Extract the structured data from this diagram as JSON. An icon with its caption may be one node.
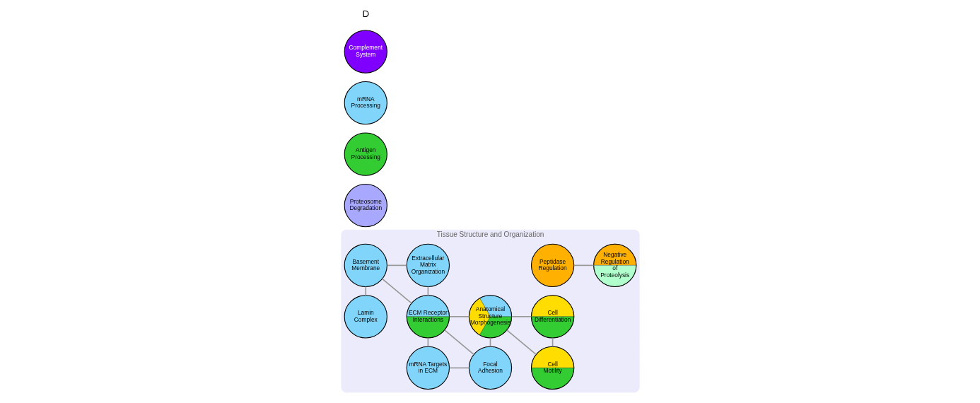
{
  "diagram": {
    "nodes": [
      {
        "text": [
          "Tissue Structure and Organization"
        ]
      },
      {
        "text": [
          "mRNA Targets in ECM"
        ],
        "in": 0
      },
      {
        "text": [
          "Focal Adhesion"
        ],
        "in": 0
      },
      {
        "text": [
          "Peptidase Regulation"
        ],
        "in": 0
      },
      {
        "text": [
          "Negative Regulation of Proteolysis"
        ],
        "in": 0
      },
      {
        "text": [
          "Lamin Complex"
        ],
        "in": 0
      },
      {
        "text": [
          "ECM Receptor Interactions"
        ],
        "in": 0
      },
      {
        "text": [
          "Cell Motility"
        ],
        "in": 0
      },
      {
        "text": [
          "Anatomical Structure Morphogenesis"
        ],
        "in": 0
      },
      {
        "text": [
          "Basement Membrane"
        ],
        "in": 0
      },
      {
        "text": [
          "Extracellular Matrix Organization"
        ],
        "in": 0
      },
      {
        "text": [
          "Cell Differentiation"
        ],
        "in": 0
      },
      {
        "text": [
          "Proteosome Degradation"
        ]
      },
      {
        "text": [
          "Antigen Processing"
        ]
      },
      {
        "text": [
          "mRNA Processing"
        ]
      },
      {
        "text": [
          "Complement System"
        ]
      }
    ],
    "edges": [
      {
        "from": 1,
        "to": 2,
        "arrow": "none"
      },
      {
        "from": 1,
        "to": 6,
        "arrow": "none"
      },
      {
        "from": 2,
        "to": 6,
        "arrow": "none"
      },
      {
        "from": 2,
        "to": 8,
        "arrow": "none"
      },
      {
        "from": 3,
        "to": 4,
        "arrow": "none"
      },
      {
        "from": 5,
        "to": 9,
        "arrow": "none"
      },
      {
        "from": 6,
        "to": 9,
        "arrow": "none"
      },
      {
        "from": 6,
        "to": 10,
        "arrow": "none"
      },
      {
        "from": 6,
        "to": 8,
        "arrow": "none"
      },
      {
        "from": 9,
        "to": 10,
        "arrow": "none"
      },
      {
        "from": 8,
        "to": 7,
        "arrow": "none"
      },
      {
        "from": 8,
        "to": 11,
        "arrow": "none"
      },
      {
        "from": 7,
        "to": 11,
        "arrow": "none"
      }
    ],
    "labels": [
      "D"
    ]
  }
}
